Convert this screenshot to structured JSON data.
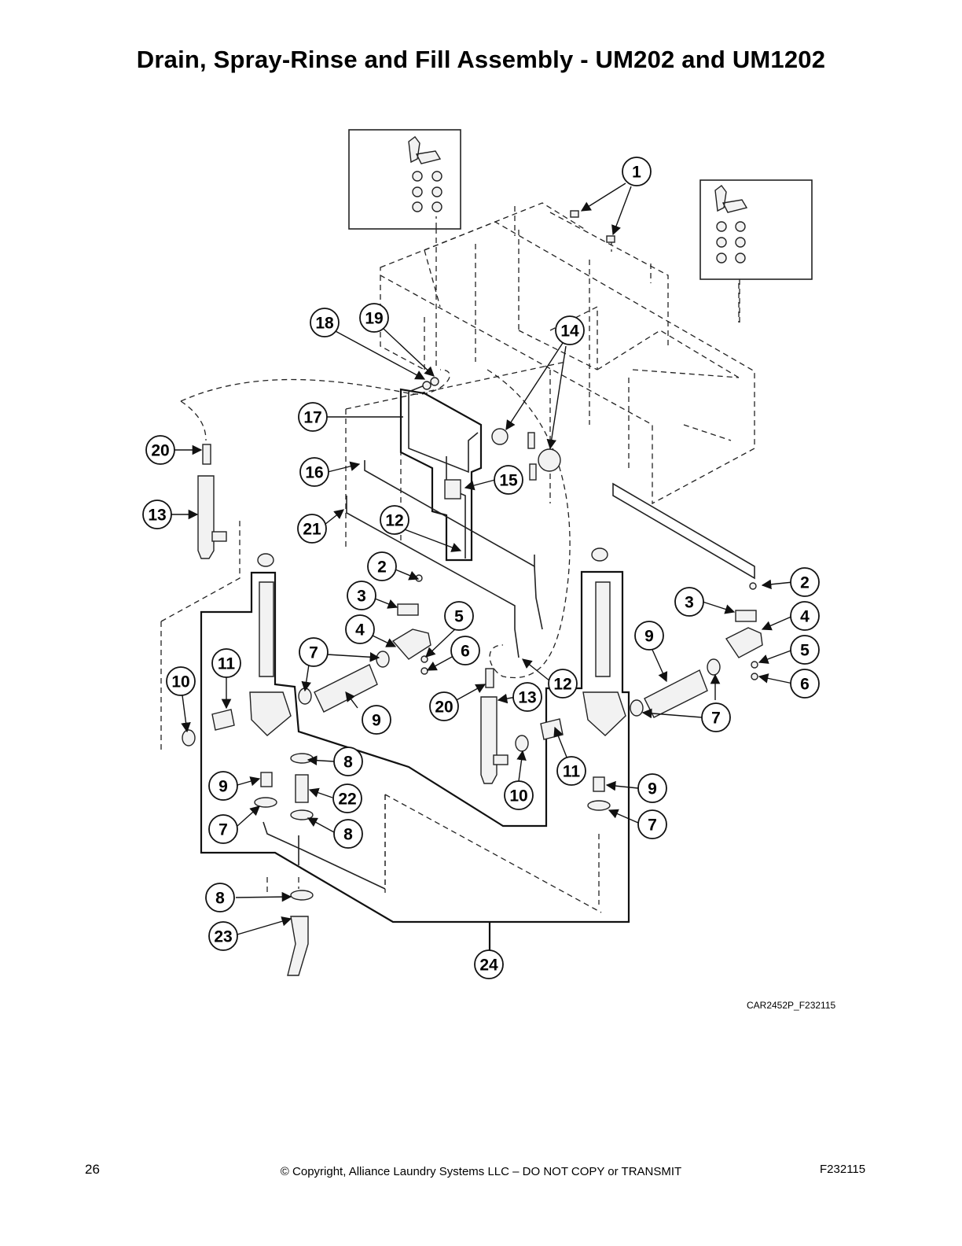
{
  "page": {
    "title": "Drain, Spray-Rinse and Fill Assembly - UM202 and UM1202",
    "figure_id": "CAR2452P_F232115",
    "page_number": "26",
    "copyright": "© Copyright, Alliance Laundry Systems LLC – DO NOT COPY or TRANSMIT",
    "document_id": "F232115"
  },
  "callouts": [
    "1",
    "2",
    "3",
    "4",
    "5",
    "6",
    "7",
    "8",
    "9",
    "10",
    "11",
    "12",
    "13",
    "14",
    "15",
    "16",
    "17",
    "18",
    "19",
    "20",
    "21",
    "22",
    "23",
    "24"
  ]
}
